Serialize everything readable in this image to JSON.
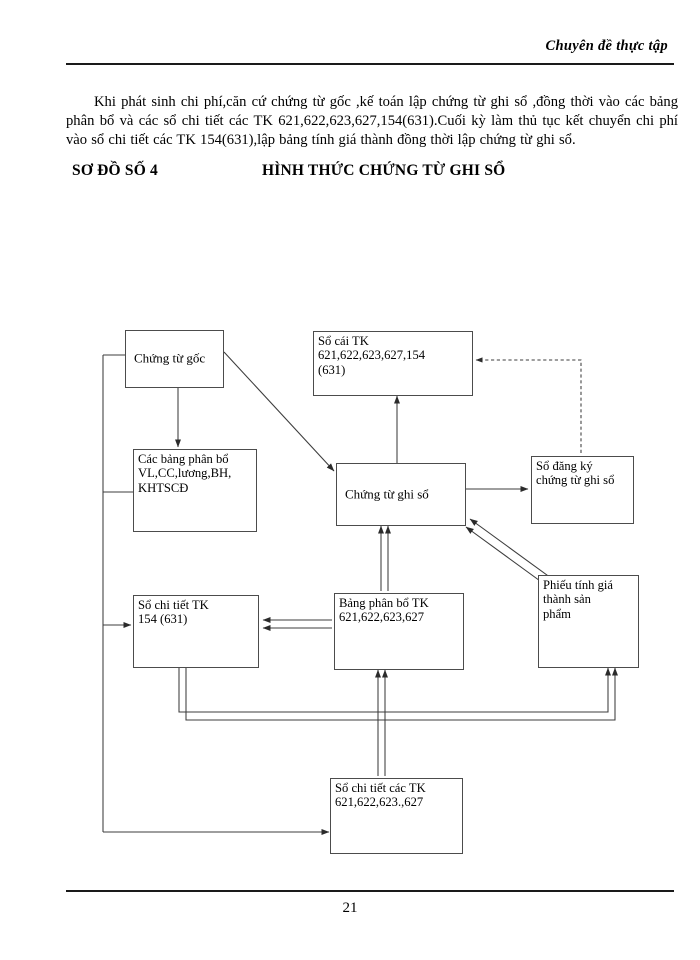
{
  "header": {
    "title": "Chuyên đề thực tập"
  },
  "body": {
    "paragraph": "Khi phát sinh chi phí,căn cứ chứng từ gốc ,kế toán lập chứng từ ghi sổ ,đồng thời vào các bảng phân bổ và các sổ chi tiết các TK 621,622,623,627,154(631).Cuối kỳ làm thủ tục kết chuyển chi phí vào sổ chi tiết các TK 154(631),lập bảng tính giá thành  đồng thời lập chứng từ ghi sổ."
  },
  "figure": {
    "label": "SƠ ĐỒ  SỐ 4",
    "title": "HÌNH THỨC CHỨNG TỪ GHI SỔ",
    "nodes": {
      "chung_tu_goc": "Chứng từ gốc",
      "so_cai_tk": "Sổ cái  TK\n621,622,623,627,154\n(631)",
      "cac_bang_phan_bo": "Các bảng phân bổ\nVL,CC,lương,BH,\nKHTSCĐ",
      "chung_tu_ghi_so": "Chứng từ ghi sổ",
      "so_dang_ky": "Sổ đăng ký\nchứng từ ghi sổ",
      "so_chi_tiet_154": "Sổ chi tiết  TK\n   154 (631)",
      "bang_phan_bo_tk": "Bảng phân bổ TK\n621,622,623,627",
      "phieu_tinh_gia": "Phiếu tính giá\nthành sản\nphẩm",
      "so_chi_tiet_cac_tk": "Sổ chi tiết các TK\n   621,622,623.,627"
    },
    "line_color": "#3c3c3c"
  },
  "footer": {
    "page_number": "21"
  }
}
